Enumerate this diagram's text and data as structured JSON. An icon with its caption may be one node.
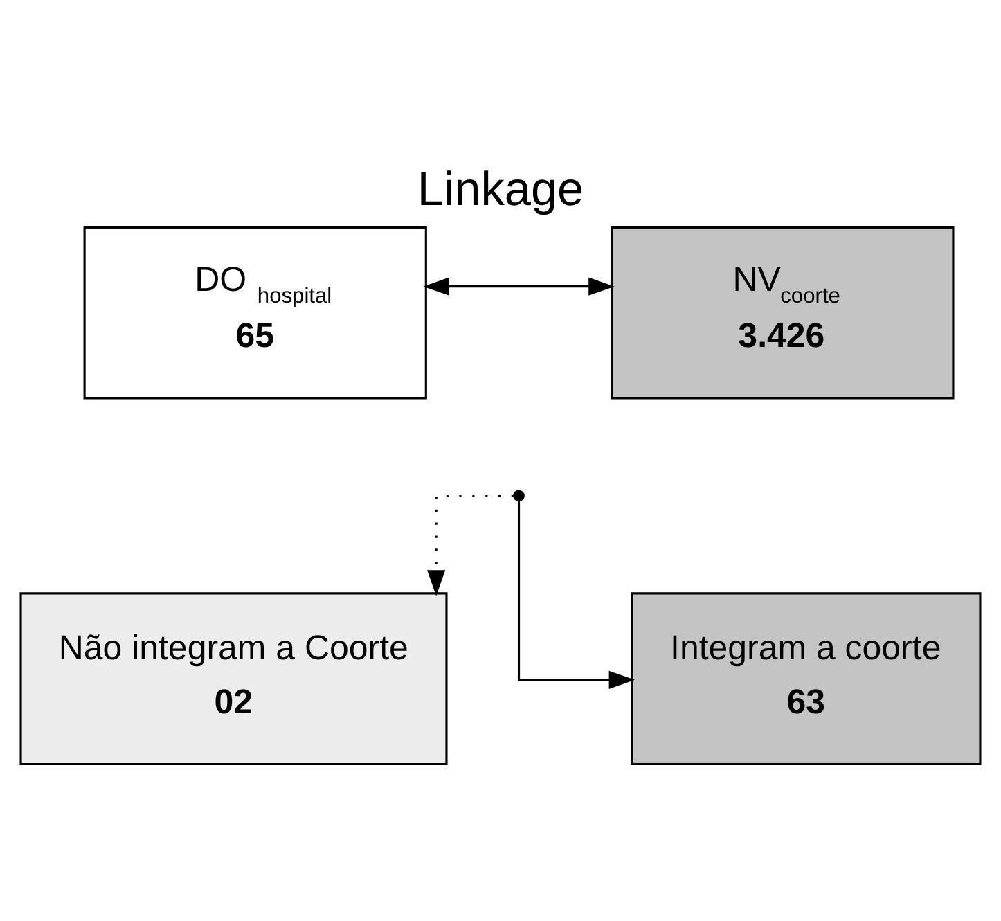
{
  "diagram": {
    "title": "Linkage",
    "nodes": [
      {
        "text": [
          "DO $_{hospital}$",
          "65"
        ]
      },
      {
        "text": [
          "NV$_{coorte}$",
          "3.426"
        ]
      },
      {
        "text": [],
        "shape": "point"
      },
      {
        "text": [
          "Não integram a Coorte",
          "02"
        ]
      },
      {
        "text": [
          "Integram a coorte",
          "63"
        ]
      }
    ],
    "edges": [
      {
        "from": 0,
        "to": 1,
        "arrow": "both"
      },
      {
        "from": 2,
        "to": 3,
        "arrow": "to",
        "style": "dashed"
      },
      {
        "from": 2,
        "to": 4,
        "arrow": "to"
      }
    ]
  }
}
